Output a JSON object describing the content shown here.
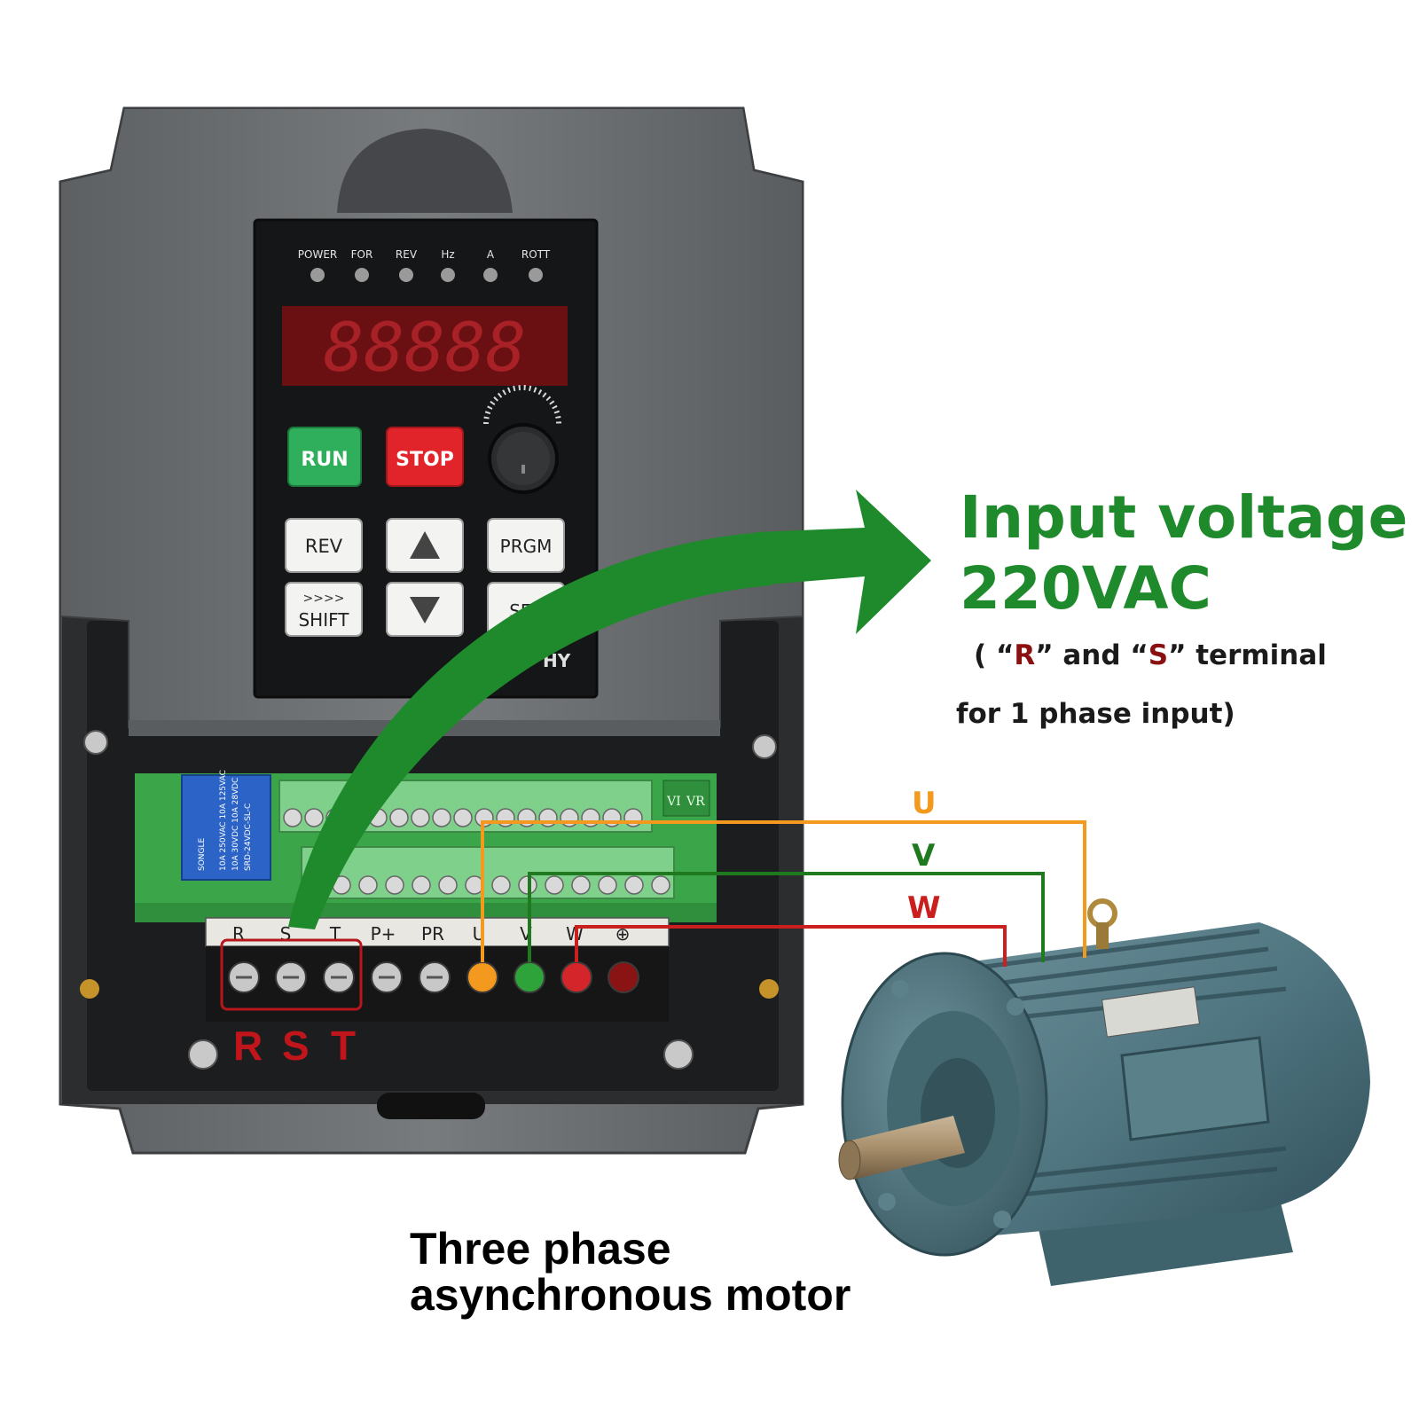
{
  "panel": {
    "indicators": [
      "POWER",
      "FOR",
      "REV",
      "Hz",
      "A",
      "ROTT"
    ],
    "display_digits": "88888",
    "keys": {
      "run": "RUN",
      "stop": "STOP",
      "rev": "REV",
      "prgm": "PRGM",
      "shift_arrows": ">>>>",
      "shift": "SHIFT",
      "set": "SET",
      "brand": "HY"
    }
  },
  "relay": {
    "brand": "SONGLE",
    "line1": "10A 250VAC  10A 125VAC",
    "line2": "10A 30VDC  10A 28VDC",
    "model": "SRD-24VDC-SL-C"
  },
  "jumper_labels": [
    "VI",
    "VR"
  ],
  "terminal_labels": [
    "R",
    "S",
    "T",
    "P+",
    "PR",
    "U",
    "V",
    "W",
    "⊕"
  ],
  "wires": [
    {
      "label": "U",
      "color": "#f39a1e"
    },
    {
      "label": "V",
      "color": "#1f7a1f"
    },
    {
      "label": "W",
      "color": "#c91f1f"
    }
  ],
  "rst_labels": [
    "R",
    "S",
    "T"
  ],
  "annotation": {
    "title_line1": "Input voltage",
    "title_line2": "220VAC",
    "note_open": "( “",
    "note_r": "R",
    "note_mid": "” and “",
    "note_s": "S",
    "note_close": "” terminal",
    "note_line2": "for 1 phase input)"
  },
  "motor_label": {
    "line1": "Three phase",
    "line2": "asynchronous motor"
  },
  "colors": {
    "accent_green": "#1e8a2c",
    "rst_red": "#c0151b",
    "housing_gray": "#6b6e70",
    "motor_teal": "#4d7480"
  }
}
